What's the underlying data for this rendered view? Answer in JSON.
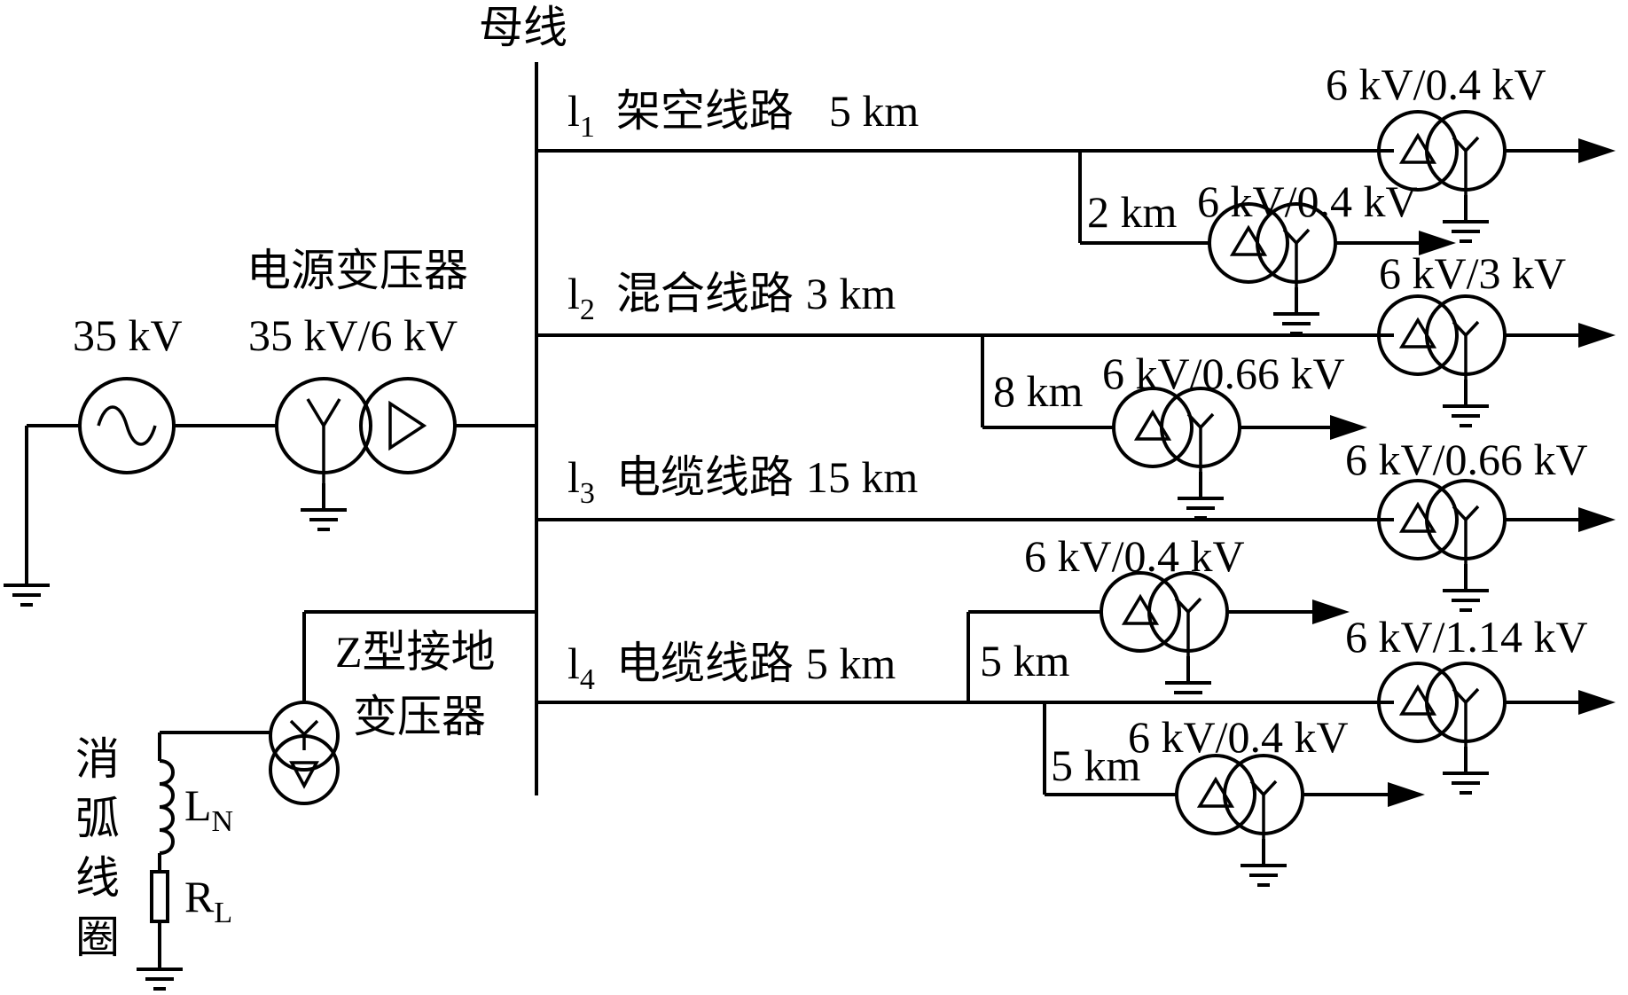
{
  "bus_label": "母线",
  "source": {
    "voltage": "35 kV"
  },
  "power_transformer": {
    "title": "电源变压器",
    "ratio": "35 kV/6 kV"
  },
  "z_transformer": {
    "line1": "Z型接地",
    "line2": "变压器"
  },
  "arc_coil": {
    "chars": [
      "消",
      "弧",
      "线",
      "圈"
    ],
    "inductor": "L",
    "inductor_sub": "N",
    "resistor": "R",
    "resistor_sub": "L"
  },
  "feeders": [
    {
      "id": "l",
      "sub": "1",
      "desc": "架空线路",
      "length": "5 km"
    },
    {
      "id": "l",
      "sub": "2",
      "desc": "混合线路",
      "length": "3 km"
    },
    {
      "id": "l",
      "sub": "3",
      "desc": "电缆线路",
      "length": "15 km"
    },
    {
      "id": "l",
      "sub": "4",
      "desc": "电缆线路",
      "length": "5 km"
    }
  ],
  "branches": [
    "2 km",
    "8 km",
    "5 km",
    "5 km"
  ],
  "load_transformers": [
    "6 kV/0.4 kV",
    "6 kV/0.4 kV",
    "6 kV/3 kV",
    "6 kV/0.66 kV",
    "6 kV/0.66 kV",
    "6 kV/0.4 kV",
    "6 kV/1.14 kV",
    "6 kV/0.4 kV"
  ]
}
